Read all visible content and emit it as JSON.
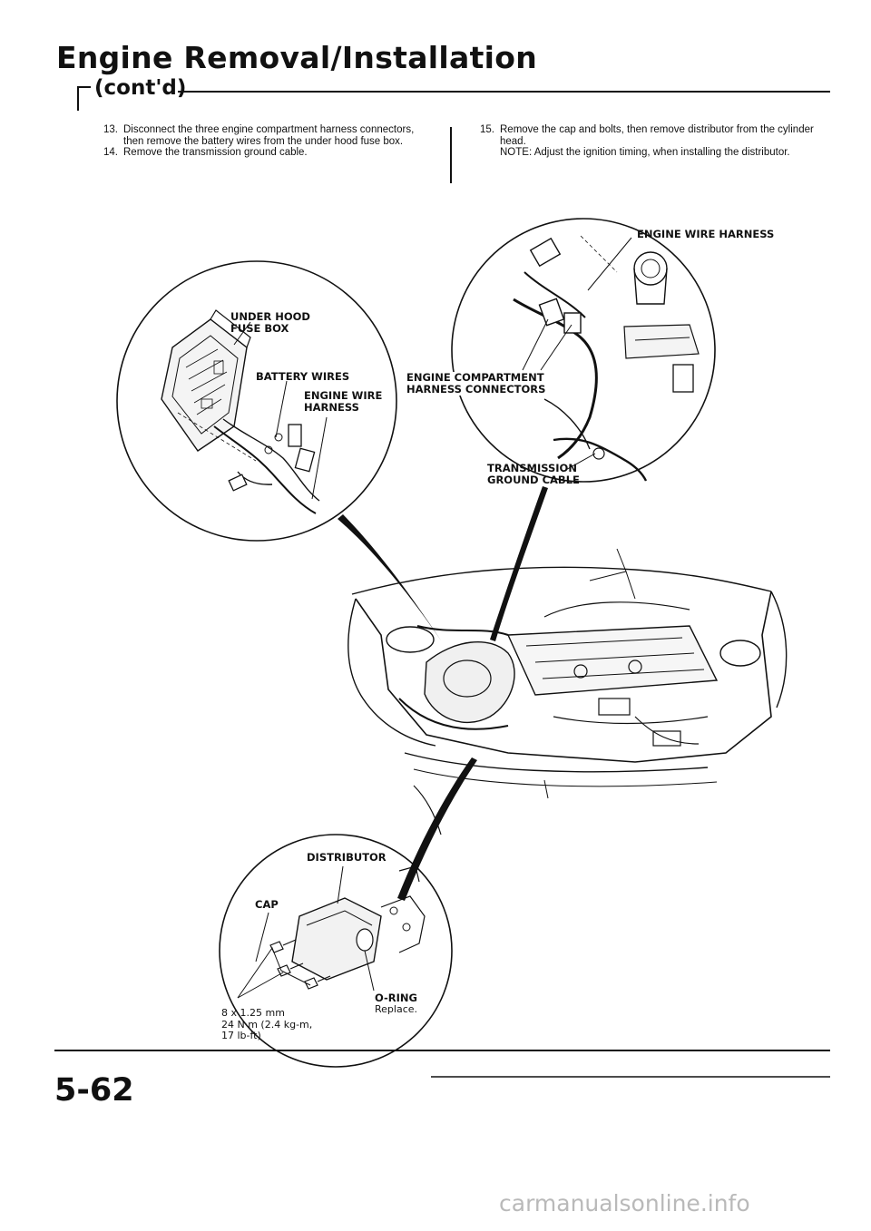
{
  "header": {
    "title": "Engine Removal/Installation",
    "subtitle": "(cont'd)"
  },
  "steps_left": [
    {
      "num": "13.",
      "text": "Disconnect the three engine compartment harness connectors, then remove the battery wires from the under hood fuse box."
    },
    {
      "num": "14.",
      "text": "Remove the transmission ground cable."
    }
  ],
  "steps_right": [
    {
      "num": "15.",
      "text": "Remove the cap and bolts, then remove distributor from the cylinder head."
    }
  ],
  "note": "NOTE: Adjust the ignition timing, when installing the distributor.",
  "labels": {
    "engine_wire_harness_top": "ENGINE WIRE HARNESS",
    "under_hood_fuse_box_1": "UNDER HOOD",
    "under_hood_fuse_box_2": "FUSE BOX",
    "battery_wires": "BATTERY WIRES",
    "engine_wire_harness_1": "ENGINE WIRE",
    "engine_wire_harness_2": "HARNESS",
    "compartment_connectors_1": "ENGINE COMPARTMENT",
    "compartment_connectors_2": "HARNESS CONNECTORS",
    "transmission_ground_1": "TRANSMISSION",
    "transmission_ground_2": "GROUND CABLE",
    "distributor": "DISTRIBUTOR",
    "cap": "CAP",
    "o_ring": "O-RING",
    "replace": "Replace.",
    "bolt_spec_1": "8 x 1.25 mm",
    "bolt_spec_2": "24 N·m (2.4 kg-m,",
    "bolt_spec_3": "17 lb-ft)"
  },
  "footer": {
    "page_number": "5-62",
    "watermark": "carmanualsonline.info"
  }
}
